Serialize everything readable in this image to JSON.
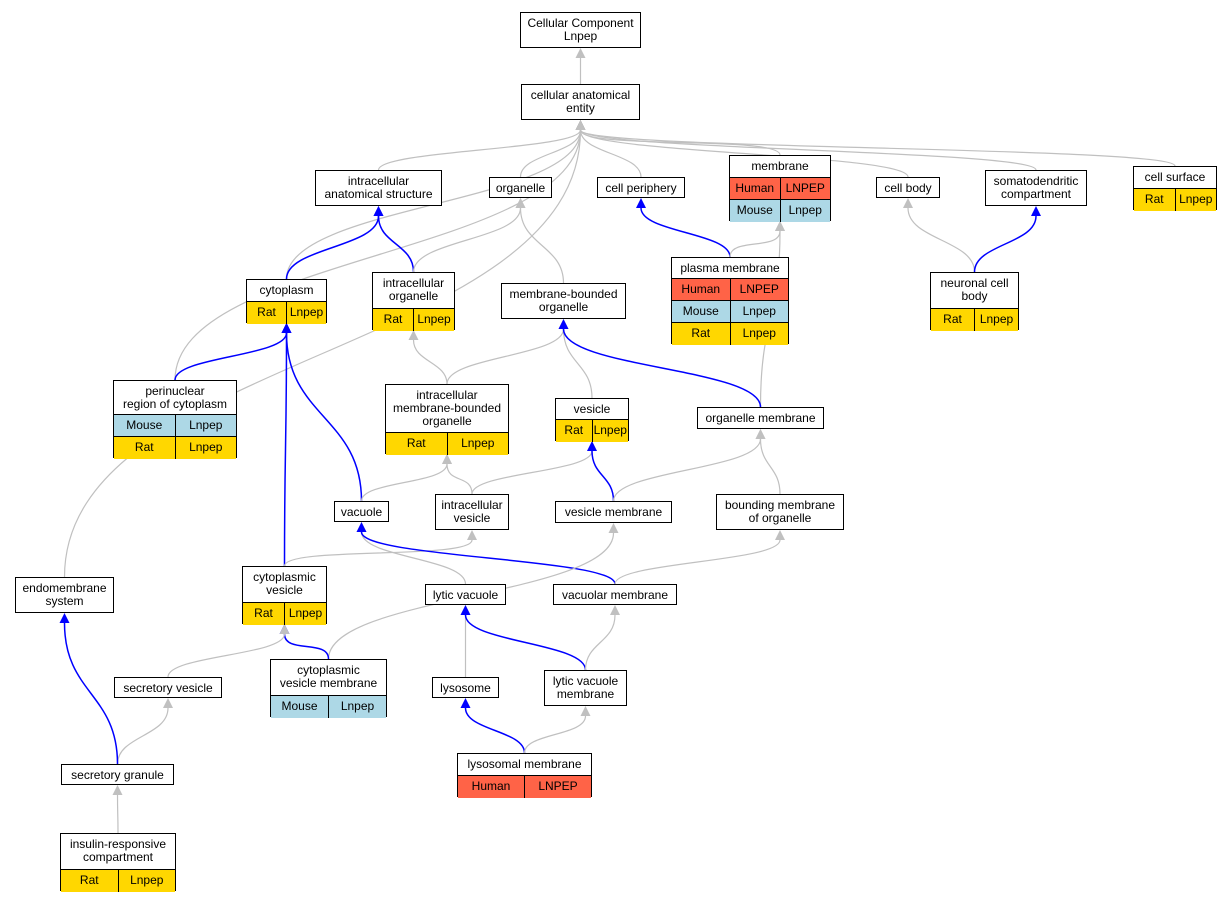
{
  "colors": {
    "is_a_edge": "#c0c0c0",
    "part_of_edge": "#0000ff",
    "Human": "#ff6347",
    "Mouse": "#add8e6",
    "Rat": "#ffd700"
  },
  "nodes": {
    "cc_root": {
      "label": "Cellular Component\nLnpep",
      "annotations": []
    },
    "cae": {
      "label": "cellular anatomical\nentity",
      "annotations": []
    },
    "ias": {
      "label": "intracellular\nanatomical structure",
      "annotations": []
    },
    "organelle": {
      "label": "organelle",
      "annotations": []
    },
    "cell_periphery": {
      "label": "cell periphery",
      "annotations": []
    },
    "membrane": {
      "label": "membrane",
      "annotations": [
        [
          "Human",
          "LNPEP"
        ],
        [
          "Mouse",
          "Lnpep"
        ]
      ]
    },
    "cell_body": {
      "label": "cell body",
      "annotations": []
    },
    "somatodendritic": {
      "label": "somatodendritic\ncompartment",
      "annotations": []
    },
    "cell_surface": {
      "label": "cell surface",
      "annotations": [
        [
          "Rat",
          "Lnpep"
        ]
      ]
    },
    "cytoplasm": {
      "label": "cytoplasm",
      "annotations": [
        [
          "Rat",
          "Lnpep"
        ]
      ]
    },
    "ic_organelle": {
      "label": "intracellular\norganelle",
      "annotations": [
        [
          "Rat",
          "Lnpep"
        ]
      ]
    },
    "plasma_membrane": {
      "label": "plasma membrane",
      "annotations": [
        [
          "Human",
          "LNPEP"
        ],
        [
          "Mouse",
          "Lnpep"
        ],
        [
          "Rat",
          "Lnpep"
        ]
      ]
    },
    "mbo": {
      "label": "membrane-bounded\norganelle",
      "annotations": []
    },
    "neuronal_cell_body": {
      "label": "neuronal cell\nbody",
      "annotations": [
        [
          "Rat",
          "Lnpep"
        ]
      ]
    },
    "perinuclear": {
      "label": "perinuclear\nregion of cytoplasm",
      "annotations": [
        [
          "Mouse",
          "Lnpep"
        ],
        [
          "Rat",
          "Lnpep"
        ]
      ]
    },
    "ic_mbo": {
      "label": "intracellular\nmembrane-bounded\norganelle",
      "annotations": [
        [
          "Rat",
          "Lnpep"
        ]
      ]
    },
    "vesicle": {
      "label": "vesicle",
      "annotations": [
        [
          "Rat",
          "Lnpep"
        ]
      ]
    },
    "organelle_membrane": {
      "label": "organelle membrane",
      "annotations": []
    },
    "vacuole": {
      "label": "vacuole",
      "annotations": []
    },
    "ic_vesicle": {
      "label": "intracellular\nvesicle",
      "annotations": []
    },
    "vesicle_membrane": {
      "label": "vesicle membrane",
      "annotations": []
    },
    "bounding_membrane": {
      "label": "bounding membrane\nof organelle",
      "annotations": []
    },
    "endomembrane": {
      "label": "endomembrane\nsystem",
      "annotations": []
    },
    "cyto_vesicle": {
      "label": "cytoplasmic\nvesicle",
      "annotations": [
        [
          "Rat",
          "Lnpep"
        ]
      ]
    },
    "lytic_vacuole": {
      "label": "lytic vacuole",
      "annotations": []
    },
    "vacuolar_membrane": {
      "label": "vacuolar membrane",
      "annotations": []
    },
    "secretory_vesicle": {
      "label": "secretory vesicle",
      "annotations": []
    },
    "cyto_vesicle_membrane": {
      "label": "cytoplasmic\nvesicle membrane",
      "annotations": [
        [
          "Mouse",
          "Lnpep"
        ]
      ]
    },
    "lysosome": {
      "label": "lysosome",
      "annotations": []
    },
    "lytic_vacuole_membrane": {
      "label": "lytic vacuole\nmembrane",
      "annotations": []
    },
    "lysosomal_membrane": {
      "label": "lysosomal membrane",
      "annotations": [
        [
          "Human",
          "LNPEP"
        ]
      ]
    },
    "secretory_granule": {
      "label": "secretory granule",
      "annotations": []
    },
    "insulin_responsive": {
      "label": "insulin-responsive\ncompartment",
      "annotations": [
        [
          "Rat",
          "Lnpep"
        ]
      ]
    }
  },
  "edges": [
    {
      "from": "cae",
      "to": "cc_root",
      "kind": "is_a"
    },
    {
      "from": "ias",
      "to": "cae",
      "kind": "is_a"
    },
    {
      "from": "organelle",
      "to": "cae",
      "kind": "is_a"
    },
    {
      "from": "cell_periphery",
      "to": "cae",
      "kind": "is_a"
    },
    {
      "from": "membrane",
      "to": "cae",
      "kind": "is_a"
    },
    {
      "from": "cell_body",
      "to": "cae",
      "kind": "is_a"
    },
    {
      "from": "somatodendritic",
      "to": "cae",
      "kind": "is_a"
    },
    {
      "from": "cell_surface",
      "to": "cae",
      "kind": "is_a"
    },
    {
      "from": "cytoplasm",
      "to": "cae",
      "kind": "is_a"
    },
    {
      "from": "perinuclear",
      "to": "cae",
      "kind": "is_a"
    },
    {
      "from": "endomembrane",
      "to": "cae",
      "kind": "is_a"
    },
    {
      "from": "cytoplasm",
      "to": "ias",
      "kind": "part_of"
    },
    {
      "from": "ic_organelle",
      "to": "ias",
      "kind": "part_of"
    },
    {
      "from": "ic_organelle",
      "to": "organelle",
      "kind": "is_a"
    },
    {
      "from": "mbo",
      "to": "organelle",
      "kind": "is_a"
    },
    {
      "from": "plasma_membrane",
      "to": "cell_periphery",
      "kind": "part_of"
    },
    {
      "from": "plasma_membrane",
      "to": "membrane",
      "kind": "is_a"
    },
    {
      "from": "organelle_membrane",
      "to": "membrane",
      "kind": "is_a"
    },
    {
      "from": "neuronal_cell_body",
      "to": "cell_body",
      "kind": "is_a"
    },
    {
      "from": "neuronal_cell_body",
      "to": "somatodendritic",
      "kind": "part_of"
    },
    {
      "from": "perinuclear",
      "to": "cytoplasm",
      "kind": "part_of"
    },
    {
      "from": "vacuole",
      "to": "cytoplasm",
      "kind": "part_of"
    },
    {
      "from": "cyto_vesicle",
      "to": "cytoplasm",
      "kind": "part_of"
    },
    {
      "from": "ic_mbo",
      "to": "ic_organelle",
      "kind": "is_a"
    },
    {
      "from": "ic_mbo",
      "to": "mbo",
      "kind": "is_a"
    },
    {
      "from": "vesicle",
      "to": "mbo",
      "kind": "is_a"
    },
    {
      "from": "organelle_membrane",
      "to": "mbo",
      "kind": "part_of"
    },
    {
      "from": "vacuole",
      "to": "ic_mbo",
      "kind": "is_a"
    },
    {
      "from": "ic_vesicle",
      "to": "ic_mbo",
      "kind": "is_a"
    },
    {
      "from": "ic_vesicle",
      "to": "vesicle",
      "kind": "is_a"
    },
    {
      "from": "vesicle_membrane",
      "to": "vesicle",
      "kind": "part_of"
    },
    {
      "from": "vesicle_membrane",
      "to": "organelle_membrane",
      "kind": "is_a"
    },
    {
      "from": "bounding_membrane",
      "to": "organelle_membrane",
      "kind": "is_a"
    },
    {
      "from": "cyto_vesicle",
      "to": "ic_vesicle",
      "kind": "is_a"
    },
    {
      "from": "lytic_vacuole",
      "to": "vacuole",
      "kind": "is_a"
    },
    {
      "from": "vacuolar_membrane",
      "to": "vacuole",
      "kind": "part_of"
    },
    {
      "from": "vacuolar_membrane",
      "to": "bounding_membrane",
      "kind": "is_a"
    },
    {
      "from": "cyto_vesicle_membrane",
      "to": "vesicle_membrane",
      "kind": "is_a"
    },
    {
      "from": "cyto_vesicle_membrane",
      "to": "cyto_vesicle",
      "kind": "part_of"
    },
    {
      "from": "secretory_vesicle",
      "to": "cyto_vesicle",
      "kind": "is_a"
    },
    {
      "from": "lysosome",
      "to": "lytic_vacuole",
      "kind": "is_a"
    },
    {
      "from": "lytic_vacuole_membrane",
      "to": "lytic_vacuole",
      "kind": "part_of"
    },
    {
      "from": "lytic_vacuole_membrane",
      "to": "vacuolar_membrane",
      "kind": "is_a"
    },
    {
      "from": "lysosomal_membrane",
      "to": "lysosome",
      "kind": "part_of"
    },
    {
      "from": "lysosomal_membrane",
      "to": "lytic_vacuole_membrane",
      "kind": "is_a"
    },
    {
      "from": "secretory_granule",
      "to": "secretory_vesicle",
      "kind": "is_a"
    },
    {
      "from": "secretory_granule",
      "to": "endomembrane",
      "kind": "part_of"
    },
    {
      "from": "insulin_responsive",
      "to": "secretory_granule",
      "kind": "is_a"
    }
  ]
}
